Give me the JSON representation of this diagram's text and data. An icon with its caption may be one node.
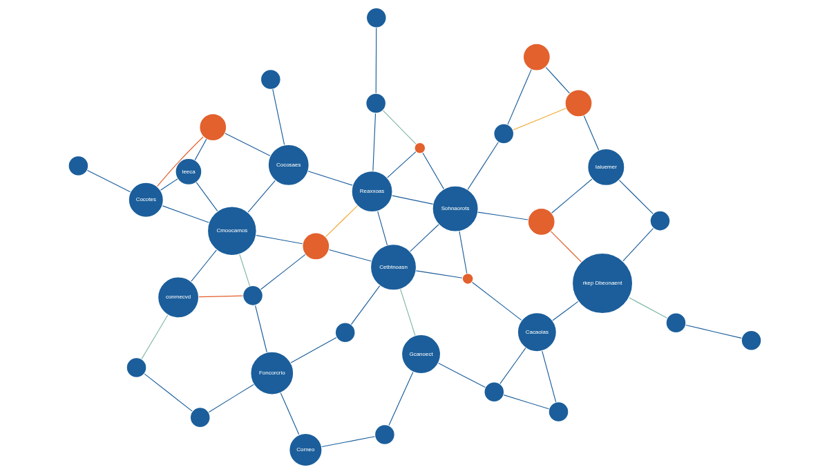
{
  "diagram": {
    "nodes": [
      {
        "text": [
          "Cocotes"
        ]
      },
      {
        "text": [
          "Cmoocamos"
        ]
      },
      {
        "text": [
          "Reaxxoas"
        ]
      },
      {
        "text": [
          "Cocosaes"
        ]
      },
      {
        "text": [
          "Sohnaorots"
        ]
      },
      {
        "text": [
          "Iaiuemer"
        ]
      },
      {
        "text": [
          "conmecvd"
        ]
      },
      {
        "text": [
          "Cetbtnoasn"
        ]
      },
      {
        "text": [
          "rkep Dbeonaent"
        ]
      },
      {
        "text": [
          "Cacaolas"
        ]
      },
      {
        "text": [
          "Foncorcrio"
        ]
      },
      {
        "text": [
          "Corneo"
        ]
      },
      {
        "text": [
          "Gcanoect"
        ]
      },
      {
        "text": [
          "Ieeca"
        ]
      },
      {
        "text": [],
        "shape": "person"
      },
      {
        "text": [],
        "shape": "person"
      },
      {
        "text": [],
        "shape": "person"
      },
      {
        "text": [],
        "shape": "person"
      },
      {
        "text": [],
        "shape": "person"
      },
      {
        "text": [],
        "shape": "circle"
      },
      {
        "text": [],
        "shape": "circle"
      },
      {
        "text": [],
        "shape": "circle"
      },
      {
        "text": [],
        "shape": "circle"
      },
      {
        "text": [],
        "shape": "circle"
      },
      {
        "text": [],
        "shape": "circle"
      },
      {
        "text": [],
        "shape": "circle"
      },
      {
        "text": [],
        "shape": "circle"
      },
      {
        "text": [],
        "shape": "circle"
      },
      {
        "text": [],
        "shape": "circle"
      },
      {
        "text": [],
        "shape": "circle"
      },
      {
        "text": [],
        "shape": "circle"
      },
      {
        "text": [],
        "shape": "circle"
      },
      {
        "text": [],
        "shape": "circle"
      },
      {
        "text": [],
        "shape": "circle"
      },
      {
        "text": [],
        "shape": "circle"
      },
      {
        "text": [],
        "shape": "circle"
      }
    ],
    "edges": [
      {
        "from": 0,
        "to": 14,
        "arrow": "none",
        "color": "#e35d2a"
      },
      {
        "from": 0,
        "to": 1,
        "arrow": "none"
      },
      {
        "from": 0,
        "to": 19,
        "arrow": "none"
      },
      {
        "from": 0,
        "to": 13,
        "arrow": "none"
      },
      {
        "from": 1,
        "to": 13,
        "arrow": "none"
      },
      {
        "from": 1,
        "to": 15,
        "arrow": "none"
      },
      {
        "from": 1,
        "to": 3,
        "arrow": "none"
      },
      {
        "from": 1,
        "to": 20,
        "arrow": "none",
        "color": "#7fb8a4"
      },
      {
        "from": 1,
        "to": 6,
        "arrow": "none"
      },
      {
        "from": 14,
        "to": 3,
        "arrow": "none"
      },
      {
        "from": 14,
        "to": 13,
        "arrow": "none"
      },
      {
        "from": 3,
        "to": 2,
        "arrow": "none"
      },
      {
        "from": 3,
        "to": 21,
        "arrow": "none"
      },
      {
        "from": 2,
        "to": 23,
        "arrow": "none"
      },
      {
        "from": 2,
        "to": 15,
        "arrow": "none",
        "color": "#f0a830"
      },
      {
        "from": 2,
        "to": 4,
        "arrow": "none"
      },
      {
        "from": 2,
        "to": 7,
        "arrow": "none"
      },
      {
        "from": 2,
        "to": 34,
        "arrow": "none"
      },
      {
        "from": 23,
        "to": 22,
        "arrow": "none"
      },
      {
        "from": 23,
        "to": 34,
        "arrow": "none",
        "color": "#7fb8a4"
      },
      {
        "from": 4,
        "to": 34,
        "arrow": "none"
      },
      {
        "from": 4,
        "to": 24,
        "arrow": "none"
      },
      {
        "from": 4,
        "to": 7,
        "arrow": "none"
      },
      {
        "from": 4,
        "to": 35,
        "arrow": "none"
      },
      {
        "from": 4,
        "to": 18,
        "arrow": "none"
      },
      {
        "from": 24,
        "to": 16,
        "arrow": "none"
      },
      {
        "from": 24,
        "to": 17,
        "arrow": "none",
        "color": "#f0a830"
      },
      {
        "from": 17,
        "to": 16,
        "arrow": "none"
      },
      {
        "from": 17,
        "to": 5,
        "arrow": "none"
      },
      {
        "from": 5,
        "to": 18,
        "arrow": "none"
      },
      {
        "from": 5,
        "to": 25,
        "arrow": "none"
      },
      {
        "from": 18,
        "to": 8,
        "arrow": "none",
        "color": "#e35d2a"
      },
      {
        "from": 8,
        "to": 9,
        "arrow": "none"
      },
      {
        "from": 8,
        "to": 25,
        "arrow": "none"
      },
      {
        "from": 9,
        "to": 35,
        "arrow": "none"
      },
      {
        "from": 9,
        "to": 29,
        "arrow": "none"
      },
      {
        "from": 9,
        "to": 30,
        "arrow": "none"
      },
      {
        "from": 8,
        "to": 26,
        "arrow": "none",
        "color": "#7fb8a4"
      },
      {
        "from": 26,
        "to": 27,
        "arrow": "none"
      },
      {
        "from": 7,
        "to": 15,
        "arrow": "none"
      },
      {
        "from": 7,
        "to": 32,
        "arrow": "none"
      },
      {
        "from": 7,
        "to": 12,
        "arrow": "none",
        "color": "#7fb8a4"
      },
      {
        "from": 7,
        "to": 35,
        "arrow": "none"
      },
      {
        "from": 10,
        "to": 20,
        "arrow": "none"
      },
      {
        "from": 10,
        "to": 28,
        "arrow": "none"
      },
      {
        "from": 10,
        "to": 11,
        "arrow": "none"
      },
      {
        "from": 10,
        "to": 32,
        "arrow": "none"
      },
      {
        "from": 11,
        "to": 33,
        "arrow": "none"
      },
      {
        "from": 12,
        "to": 29,
        "arrow": "none"
      },
      {
        "from": 12,
        "to": 33,
        "arrow": "none"
      },
      {
        "from": 6,
        "to": 20,
        "arrow": "none",
        "color": "#e35d2a"
      },
      {
        "from": 6,
        "to": 31,
        "arrow": "none",
        "color": "#7fb8a4"
      },
      {
        "from": 20,
        "to": 15,
        "arrow": "none"
      },
      {
        "from": 28,
        "to": 31,
        "arrow": "none"
      },
      {
        "from": 29,
        "to": 30,
        "arrow": "none"
      }
    ]
  }
}
